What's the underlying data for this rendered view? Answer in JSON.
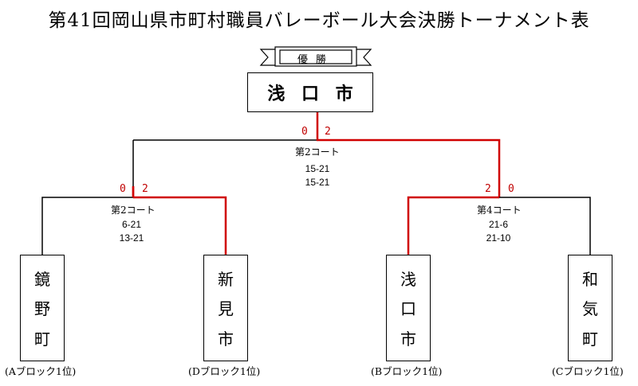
{
  "title": "第41回岡山県市町村職員バレーボール大会決勝トーナメント表",
  "champion": {
    "banner_label": "優勝",
    "name_chars": [
      "浅",
      "口",
      "市"
    ]
  },
  "final": {
    "score_left": "0",
    "score_right": "2",
    "court": "第2コート",
    "sets": [
      "15-21",
      "15-21"
    ]
  },
  "semifinal_left": {
    "score_left": "0",
    "score_right": "2",
    "court": "第2コート",
    "sets": [
      "6-21",
      "13-21"
    ]
  },
  "semifinal_right": {
    "score_left": "2",
    "score_right": "0",
    "court": "第4コート",
    "sets": [
      "21-6",
      "21-10"
    ]
  },
  "teams": [
    {
      "chars": [
        "鏡",
        "野",
        "町"
      ],
      "block": "(Aブロック1位)"
    },
    {
      "chars": [
        "新",
        "見",
        "市"
      ],
      "block": "(Dブロック1位)"
    },
    {
      "chars": [
        "浅",
        "口",
        "市"
      ],
      "block": "(Bブロック1位)"
    },
    {
      "chars": [
        "和",
        "気",
        "町"
      ],
      "block": "(Cブロック1位)"
    }
  ],
  "colors": {
    "winner_line": "#d00000",
    "line": "#000000"
  }
}
